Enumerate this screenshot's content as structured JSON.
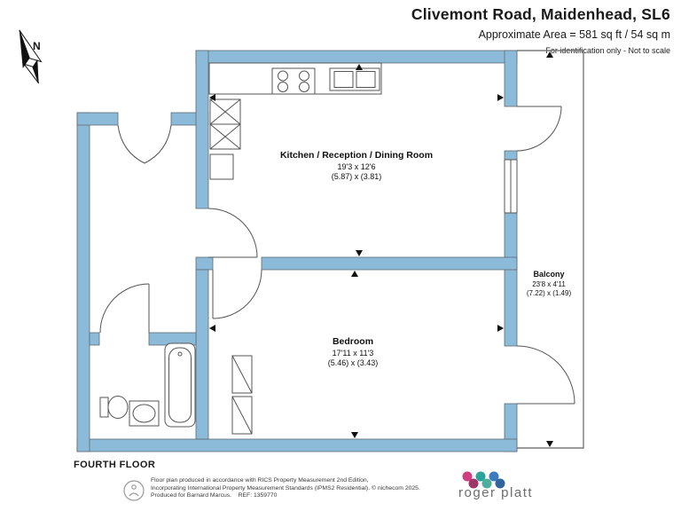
{
  "header": {
    "title": "Clivemont Road, Maidenhead, SL6",
    "area": "Approximate Area = 581 sq ft / 54 sq m",
    "disclaimer": "For identification only - Not to scale"
  },
  "compass": {
    "label": "N"
  },
  "plan": {
    "rooms": {
      "kitchen": {
        "name": "Kitchen / Reception / Dining Room",
        "imperial": "19'3 x 12'6",
        "metric": "(5.87) x (3.81)"
      },
      "bedroom": {
        "name": "Bedroom",
        "imperial": "17'11 x 11'3",
        "metric": "(5.46) x (3.43)"
      },
      "balcony": {
        "name": "Balcony",
        "imperial": "23'8 x 4'11",
        "metric": "(7.22) x (1.49)"
      }
    }
  },
  "colors": {
    "wall": "#8CBAD9",
    "wall_outline": "#5E6B73",
    "line": "#555555",
    "brand_text": "#6E6E6E",
    "brand_dots": [
      "#CF3F7F",
      "#2BA39B",
      "#3C7BBF",
      "#A03568",
      "#4FAE9B",
      "#33639C"
    ]
  },
  "footer": {
    "floor_label": "FOURTH FLOOR",
    "credit_line1": "Floor plan produced in accordance with RICS Property Measurement 2nd Edition,",
    "credit_line2": "Incorporating International Property Measurement Standards (IPMS2 Residential). © nichecom 2025.",
    "credit_line3": "Produced for Barnard Marcus.    REF: 1359770",
    "brand": "roger platt"
  }
}
